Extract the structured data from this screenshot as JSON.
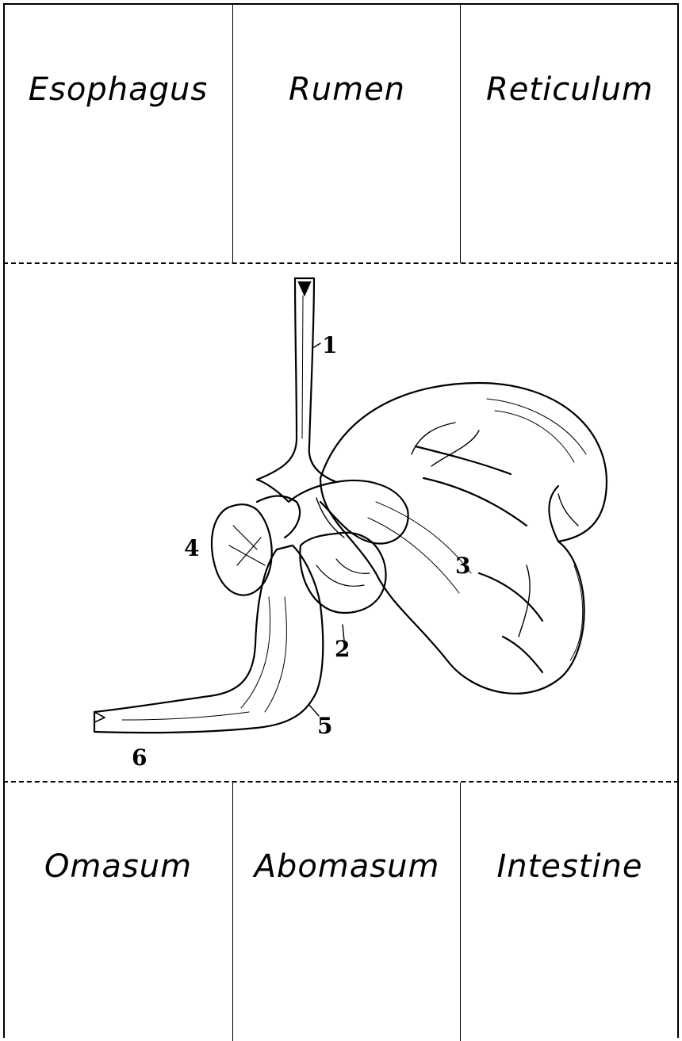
{
  "top_row": [
    "Esophagus",
    "Rumen",
    "Reticulum"
  ],
  "bottom_row": [
    "Omasum",
    "Abomasum",
    "Intestine"
  ],
  "diagram": {
    "labels": [
      "1",
      "2",
      "3",
      "4",
      "5",
      "6"
    ]
  }
}
